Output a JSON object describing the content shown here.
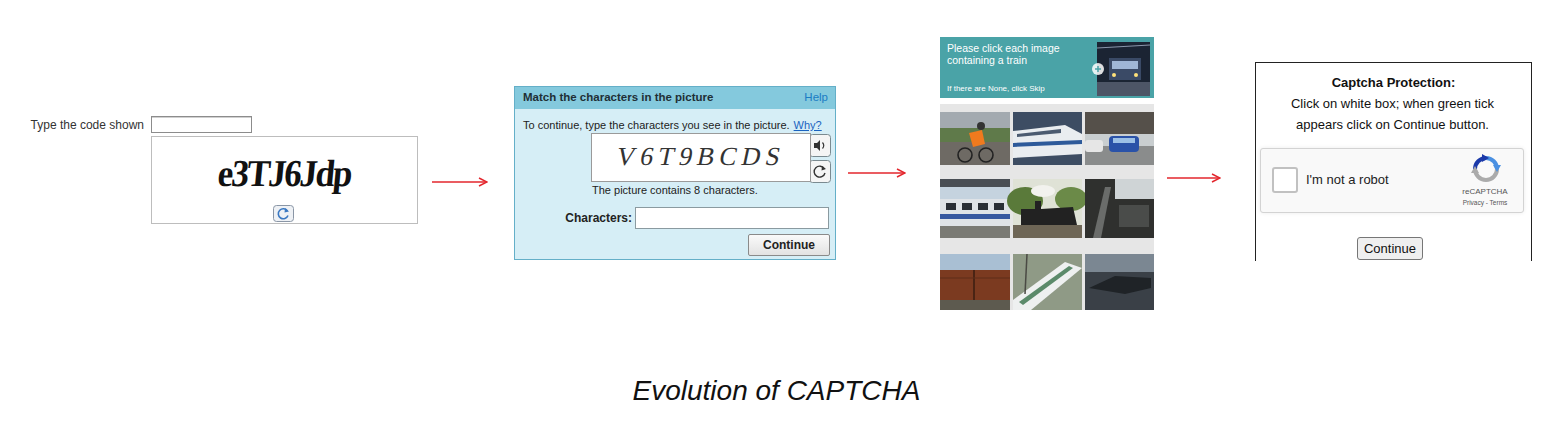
{
  "diagram": {
    "caption": "Evolution of CAPTCHA",
    "nodes": [
      {
        "text": [
          "Type the code shown",
          "e3TJ6Jdp"
        ]
      },
      {
        "text": [
          "Match the characters in the picture",
          "Help",
          "To continue, type the characters you see in the picture.",
          "Why?",
          "The picture contains 8 characters.",
          "Characters:"
        ]
      },
      {
        "text": [
          "V6T9BCDS"
        ],
        "in": 1
      },
      {
        "text": [
          "Continue"
        ],
        "in": 1
      },
      {
        "text": [
          "Please click each image containing a train",
          "If there are None, click Skip"
        ]
      },
      {
        "text": [
          "Captcha Protection:",
          "Click on white box; when green tick appears click on Continue button."
        ]
      },
      {
        "text": [
          "I'm not a robot",
          "reCAPTCHA",
          "Privacy - Terms"
        ],
        "in": 5
      },
      {
        "text": [
          "Continue"
        ],
        "in": 5
      }
    ],
    "edges": [
      {
        "from": 0,
        "to": 1,
        "arrow": "to"
      },
      {
        "from": 1,
        "to": 4,
        "arrow": "to"
      },
      {
        "from": 4,
        "to": 5,
        "arrow": "to"
      }
    ]
  }
}
